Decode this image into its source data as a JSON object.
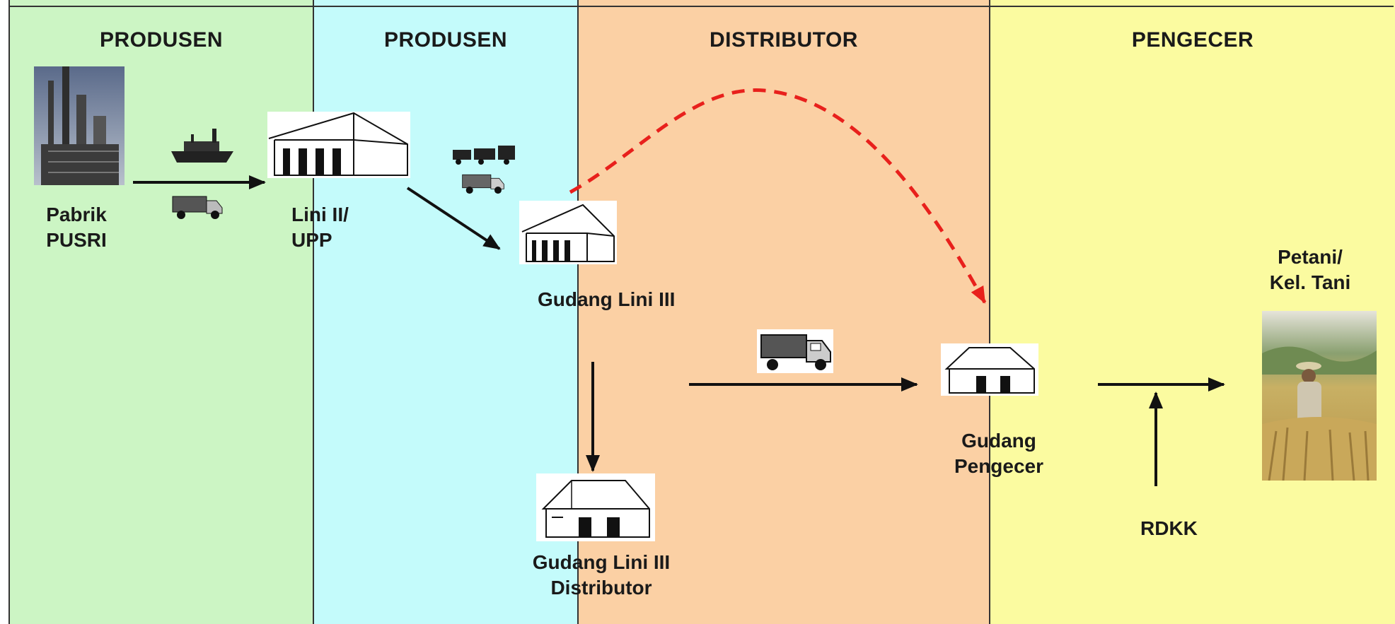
{
  "lanes": [
    {
      "title": "PRODUSEN",
      "color": "#ccf5c4"
    },
    {
      "title": "PRODUSEN",
      "color": "#c4fbfb"
    },
    {
      "title": "DISTRIBUTOR",
      "color": "#fbd0a4"
    },
    {
      "title": "PENGECER",
      "color": "#fbfba0"
    }
  ],
  "nodes": {
    "pabrik": {
      "line1": "Pabrik",
      "line2": "PUSRI"
    },
    "lini2": {
      "line1": "Lini II/",
      "line2": "UPP"
    },
    "gudang_lini3": {
      "label": "Gudang Lini III"
    },
    "gudang_lini3_distributor": {
      "line1": "Gudang Lini III",
      "line2": "Distributor"
    },
    "gudang_pengecer": {
      "line1": "Gudang",
      "line2": "Pengecer"
    },
    "petani": {
      "line1": "Petani/",
      "line2": "Kel. Tani"
    },
    "rdkk": {
      "label": "RDKK"
    }
  },
  "colors": {
    "arrow": "#111111",
    "dashed_arrow": "#e8201c",
    "border": "#333333"
  },
  "icons": [
    "factory-photo",
    "ship-icon",
    "truck-icon",
    "train-icon",
    "warehouse-icon",
    "house-icon",
    "farmer-photo"
  ]
}
